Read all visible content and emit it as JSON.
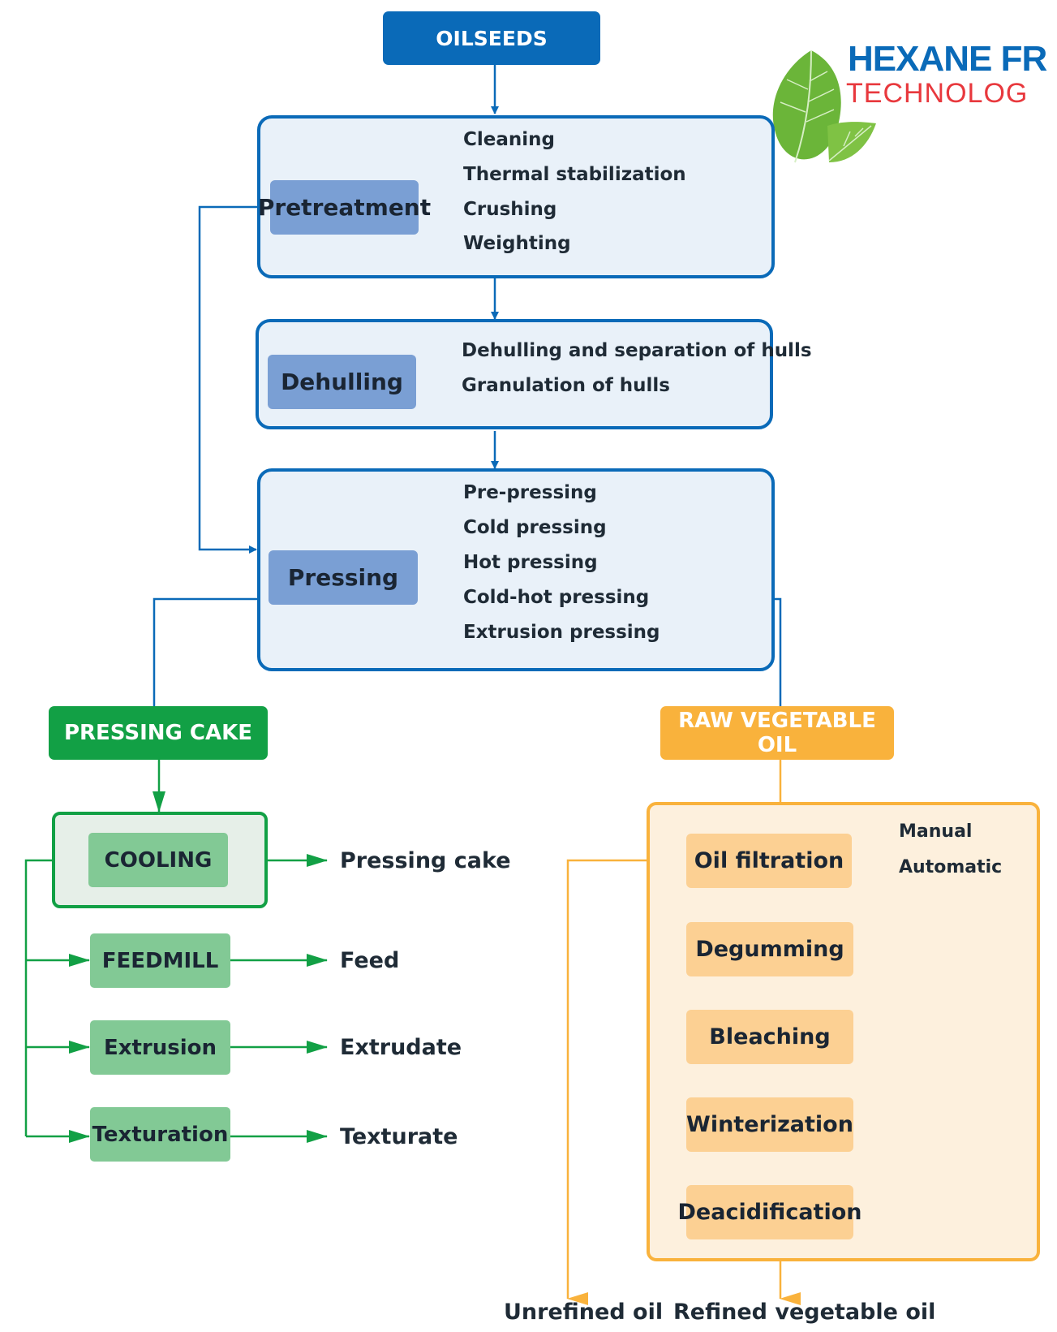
{
  "logo": {
    "line1": "HEXANE FR",
    "line2": "TECHNOLOG",
    "leaf_color": "#6bb539"
  },
  "colors": {
    "blue": "#0a6ab8",
    "green": "#12a045",
    "orange": "#f9b23c"
  },
  "oilseeds": "OILSEEDS",
  "pretreatment": {
    "label": "Pretreatment",
    "items": [
      "Cleaning",
      "Thermal stabilization",
      "Crushing",
      "Weighting"
    ]
  },
  "dehulling": {
    "label": "Dehulling",
    "items": [
      "Dehulling and separation of hulls",
      "Granulation of hulls"
    ]
  },
  "pressing": {
    "label": "Pressing",
    "items": [
      "Pre-pressing",
      "Cold pressing",
      "Hot pressing",
      "Cold-hot pressing",
      "Extrusion pressing"
    ]
  },
  "cake": {
    "header": "PRESSING CAKE",
    "cooling": "COOLING",
    "feedmill": "FEEDMILL",
    "extrusion": "Extrusion",
    "texturation": "Texturation",
    "outputs": [
      "Pressing cake",
      "Feed",
      "Extrudate",
      "Texturate"
    ]
  },
  "oil": {
    "header": "RAW VEGETABLE OIL",
    "filtration": "Oil filtration",
    "filtration_modes": [
      "Manual",
      "Automatic"
    ],
    "steps": [
      "Degumming",
      "Bleaching",
      "Winterization",
      "Deacidification"
    ],
    "outputs": {
      "unrefined": "Unrefined oil",
      "refined": "Refined vegetable oil"
    }
  }
}
